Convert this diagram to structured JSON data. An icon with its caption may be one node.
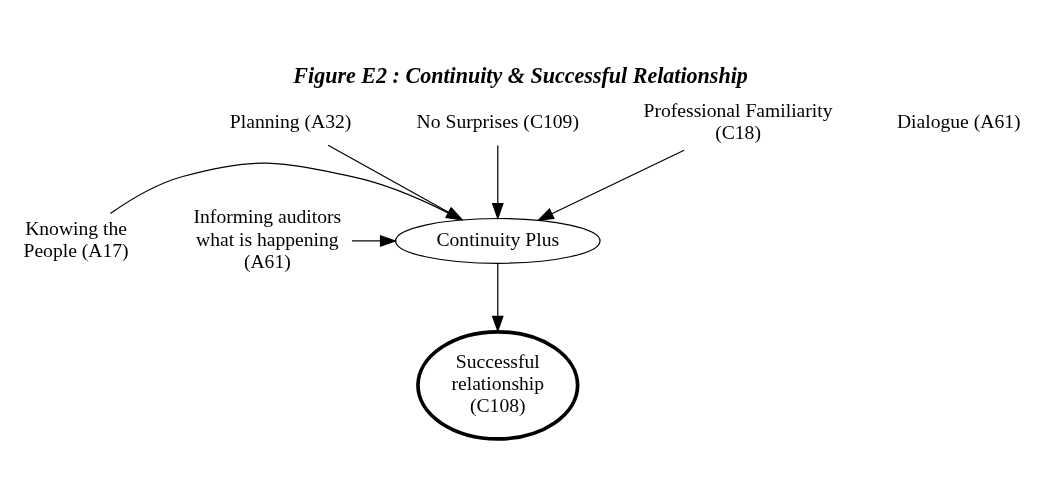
{
  "diagram": {
    "title": "Figure E2 : Continuity & Successful Relationship",
    "nodes": [
      {
        "text": [
          "Planning (A32)"
        ]
      },
      {
        "text": [
          "Knowing the People (A17)"
        ]
      },
      {
        "text": [
          "No Surprises (C109)"
        ]
      },
      {
        "text": [
          "Informing auditors what is happening (A61)"
        ]
      },
      {
        "text": [
          "Professional Familiarity (C18)"
        ]
      },
      {
        "text": [
          "Continuity Plus"
        ]
      },
      {
        "text": [
          "Successful relationship (C108)"
        ]
      }
    ],
    "edges": [
      {
        "from": 0,
        "to": 5,
        "arrow": "to"
      },
      {
        "from": 1,
        "to": 5,
        "arrow": "to"
      },
      {
        "from": 2,
        "to": 5,
        "arrow": "to"
      },
      {
        "from": 3,
        "to": 5,
        "arrow": "to"
      },
      {
        "from": 4,
        "to": 5,
        "arrow": "to"
      },
      {
        "from": 5,
        "to": 6,
        "arrow": "to"
      }
    ],
    "labels": [
      "Dialogue (A61)"
    ]
  }
}
